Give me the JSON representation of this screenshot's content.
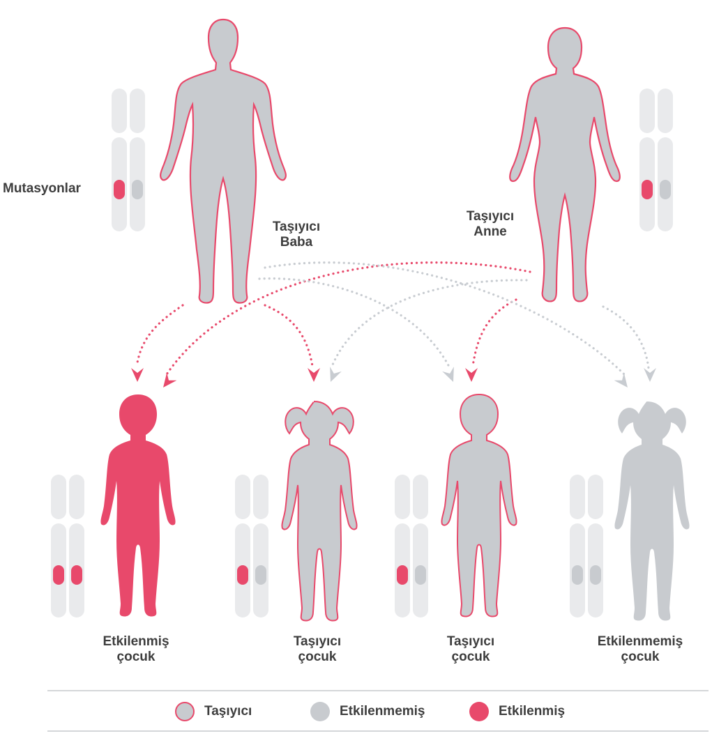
{
  "colors": {
    "affected": "#e8496b",
    "carrier_fill": "#c8cbcf",
    "carrier_outline": "#e8496b",
    "unaffected": "#c8cbcf",
    "chromosome": "#e9eaec",
    "arrow_grey": "#c8ccd1",
    "text": "#3d3d3d"
  },
  "labels": {
    "mutations": "Mutasyonlar",
    "father_line1": "Taşıyıcı",
    "father_line2": "Baba",
    "mother_line1": "Taşıyıcı",
    "mother_line2": "Anne"
  },
  "children": [
    {
      "line1": "Etkilenmiş",
      "line2": "çocuk",
      "status": "affected"
    },
    {
      "line1": "Taşıyıcı",
      "line2": "çocuk",
      "status": "carrier"
    },
    {
      "line1": "Taşıyıcı",
      "line2": "çocuk",
      "status": "carrier"
    },
    {
      "line1": "Etkilenmemiş",
      "line2": "çocuk",
      "status": "unaffected"
    }
  ],
  "legend": {
    "carrier": "Taşıyıcı",
    "unaffected": "Etkilenmemiş",
    "affected": "Etkilenmiş"
  }
}
